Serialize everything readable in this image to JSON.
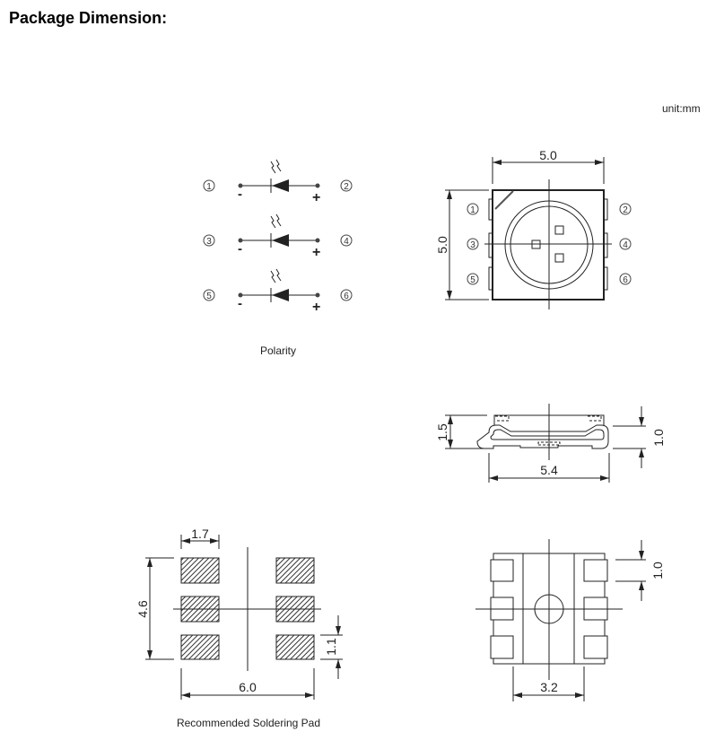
{
  "title": "Package Dimension:",
  "unit": "unit:mm",
  "polarity": {
    "caption": "Polarity",
    "rows": [
      {
        "left_pin": "1",
        "right_pin": "2",
        "minus": "-",
        "plus": "+"
      },
      {
        "left_pin": "3",
        "right_pin": "4",
        "minus": "-",
        "plus": "+"
      },
      {
        "left_pin": "5",
        "right_pin": "6",
        "minus": "-",
        "plus": "+"
      }
    ]
  },
  "top_view": {
    "width_dim": "5.0",
    "height_dim": "5.0",
    "pins_left": [
      "1",
      "3",
      "5"
    ],
    "pins_right": [
      "2",
      "4",
      "6"
    ]
  },
  "side_view": {
    "height_dim": "1.5",
    "lead_dim": "1.0",
    "width_dim": "5.4"
  },
  "soldering_pad": {
    "caption": "Recommended Soldering Pad",
    "pad_width_dim": "1.7",
    "span_height_dim": "4.6",
    "total_width_dim": "6.0",
    "pad_height_dim": "1.1"
  },
  "bottom_view": {
    "pad_dim": "1.0",
    "inner_width_dim": "3.2"
  }
}
